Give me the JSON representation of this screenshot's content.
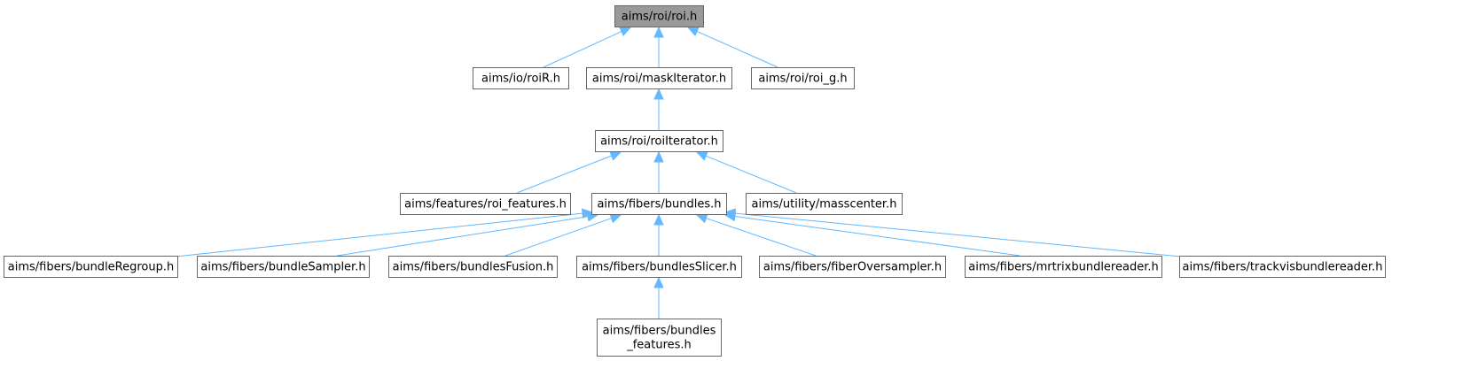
{
  "graph": {
    "nodes": [
      {
        "id": "roi_h",
        "label": [
          "aims/roi/roi.h"
        ],
        "root": true
      },
      {
        "id": "roiR_h",
        "label": [
          "aims/io/roiR.h"
        ]
      },
      {
        "id": "maskIterator_h",
        "label": [
          "aims/roi/maskIterator.h"
        ]
      },
      {
        "id": "roi_g_h",
        "label": [
          "aims/roi/roi_g.h"
        ]
      },
      {
        "id": "roiIterator_h",
        "label": [
          "aims/roi/roiIterator.h"
        ]
      },
      {
        "id": "roi_features_h",
        "label": [
          "aims/features/roi_features.h"
        ]
      },
      {
        "id": "bundles_h",
        "label": [
          "aims/fibers/bundles.h"
        ]
      },
      {
        "id": "masscenter_h",
        "label": [
          "aims/utility/masscenter.h"
        ]
      },
      {
        "id": "bundleRegroup_h",
        "label": [
          "aims/fibers/bundleRegroup.h"
        ]
      },
      {
        "id": "bundleSampler_h",
        "label": [
          "aims/fibers/bundleSampler.h"
        ]
      },
      {
        "id": "bundlesFusion_h",
        "label": [
          "aims/fibers/bundlesFusion.h"
        ]
      },
      {
        "id": "bundlesSlicer_h",
        "label": [
          "aims/fibers/bundlesSlicer.h"
        ]
      },
      {
        "id": "fiberOversampler_h",
        "label": [
          "aims/fibers/fiberOversampler.h"
        ]
      },
      {
        "id": "mrtrixbundlereader_h",
        "label": [
          "aims/fibers/mrtrixbundlereader.h"
        ]
      },
      {
        "id": "trackvisbundlereader_h",
        "label": [
          "aims/fibers/trackvisbundlereader.h"
        ]
      },
      {
        "id": "bundles_features_h",
        "label": [
          "aims/fibers/bundles",
          "_features.h"
        ]
      }
    ],
    "edges": [
      {
        "from": "roiR_h",
        "to": "roi_h"
      },
      {
        "from": "maskIterator_h",
        "to": "roi_h"
      },
      {
        "from": "roi_g_h",
        "to": "roi_h"
      },
      {
        "from": "roiIterator_h",
        "to": "maskIterator_h"
      },
      {
        "from": "roi_features_h",
        "to": "roiIterator_h"
      },
      {
        "from": "bundles_h",
        "to": "roiIterator_h"
      },
      {
        "from": "masscenter_h",
        "to": "roiIterator_h"
      },
      {
        "from": "bundleRegroup_h",
        "to": "bundles_h"
      },
      {
        "from": "bundleSampler_h",
        "to": "bundles_h"
      },
      {
        "from": "bundlesFusion_h",
        "to": "bundles_h"
      },
      {
        "from": "bundlesSlicer_h",
        "to": "bundles_h"
      },
      {
        "from": "fiberOversampler_h",
        "to": "bundles_h"
      },
      {
        "from": "mrtrixbundlereader_h",
        "to": "bundles_h"
      },
      {
        "from": "trackvisbundlereader_h",
        "to": "bundles_h"
      },
      {
        "from": "bundles_features_h",
        "to": "bundlesSlicer_h"
      }
    ],
    "colors": {
      "edge": "#63b8ff",
      "node_border": "#666666",
      "root_fill": "#999999",
      "node_fill": "#ffffff",
      "text": "#000000"
    }
  }
}
